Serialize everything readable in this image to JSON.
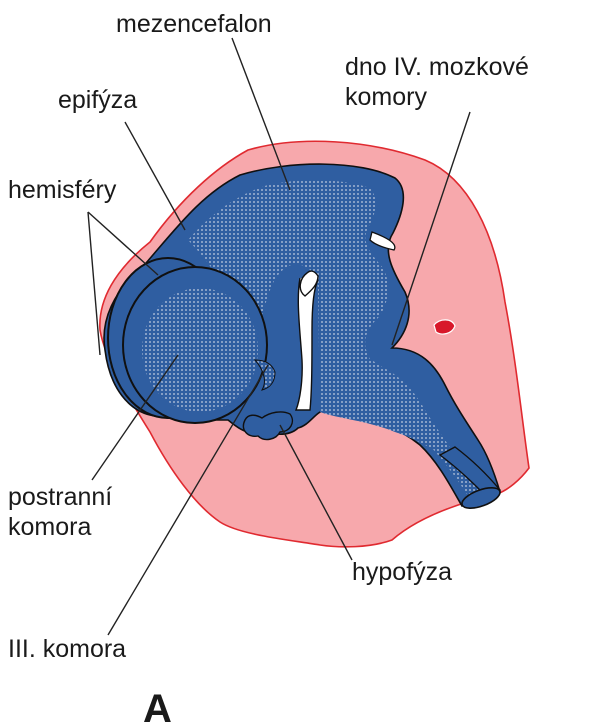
{
  "figure": {
    "panel_letter": "A",
    "labels": {
      "mezencefalon": "mezencefalon",
      "dno_line1": "dno IV. mozkové",
      "dno_line2": "komory",
      "epifyza": "epifýza",
      "hemisfery": "hemisféry",
      "postranni_line1": "postranní",
      "postranni_line2": "komora",
      "hypofyza": "hypofýza",
      "treti_komora": "III. komora"
    }
  },
  "colors": {
    "tissue": "#f7a8ac",
    "tissue_edge": "#e02a30",
    "brain_blue": "#2f5ea1",
    "stipple": "#8fa5c6",
    "outline": "#101010",
    "blood": "#d8182a"
  }
}
